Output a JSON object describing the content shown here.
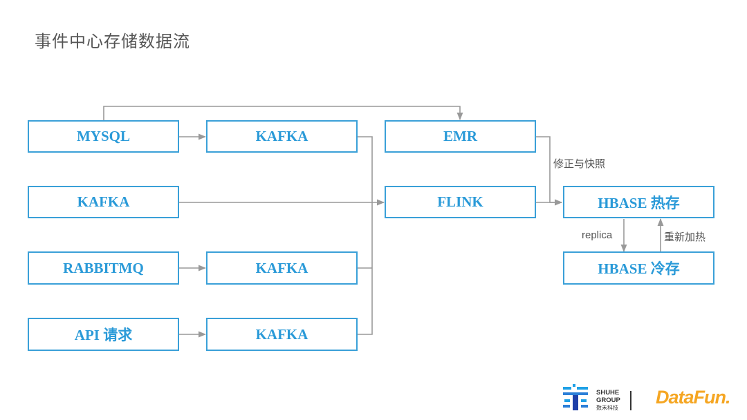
{
  "title": "事件中心存储数据流",
  "nodes": {
    "mysql": "MYSQL",
    "kafka1": "KAFKA",
    "emr": "EMR",
    "kafka_src": "KAFKA",
    "flink": "FLINK",
    "hbase_hot": "HBASE 热存",
    "rabbitmq": "RABBITMQ",
    "kafka3": "KAFKA",
    "hbase_cold": "HBASE 冷存",
    "api": "API 请求",
    "kafka4": "KAFKA"
  },
  "edge_labels": {
    "fix_snapshot": "修正与快照",
    "replica": "replica",
    "reheat": "重新加热"
  },
  "logos": {
    "shuhe_line1": "SHUHE",
    "shuhe_line2": "GROUP",
    "shuhe_line3": "数禾科技",
    "datafun": "DataFun."
  },
  "colors": {
    "box_border": "#3aa0d8",
    "box_text": "#2a9ad8",
    "line": "#999999",
    "datafun": "#f5a623"
  }
}
